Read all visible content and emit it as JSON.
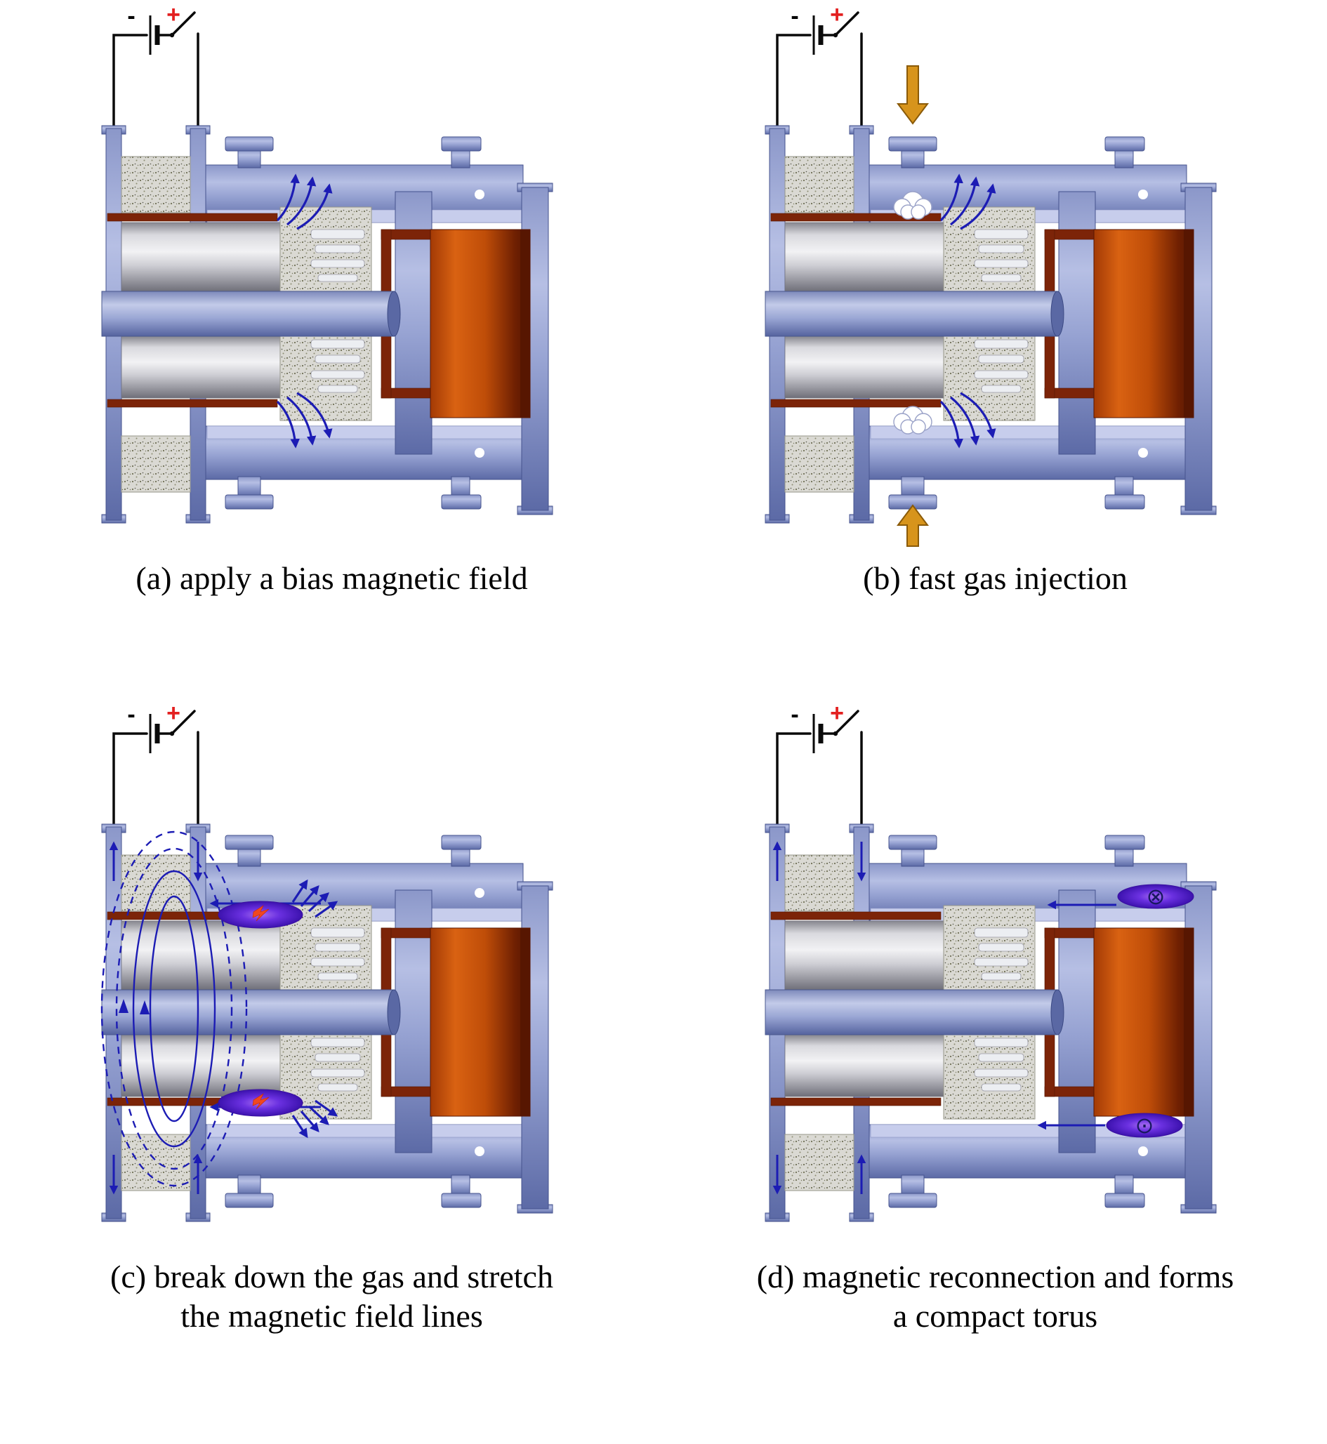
{
  "figure": {
    "panels": [
      {
        "id": "a",
        "caption": "(a) apply a bias magnetic field"
      },
      {
        "id": "b",
        "caption": "(b) fast gas injection"
      },
      {
        "id": "c",
        "caption": "(c) break down the gas and stretch the magnetic field lines"
      },
      {
        "id": "d",
        "caption": "(d) magnetic reconnection and forms a compact torus"
      }
    ],
    "circuit": {
      "minus_label": "-",
      "plus_label": "+"
    },
    "symbols": {
      "into_page": "⊗",
      "out_of_page": "⊙"
    },
    "colors": {
      "field_arrow_blue": "#1c1cb4",
      "gas_arrow_orange": "#d7941c",
      "plasma_purple": "#6a30e0",
      "electrode_maroon": "#7c2408",
      "copper_block_orange": "#c24e08",
      "vessel_blue": "#8b97c9",
      "plus_label_red": "#e32020",
      "caption_black": "#000000"
    }
  }
}
